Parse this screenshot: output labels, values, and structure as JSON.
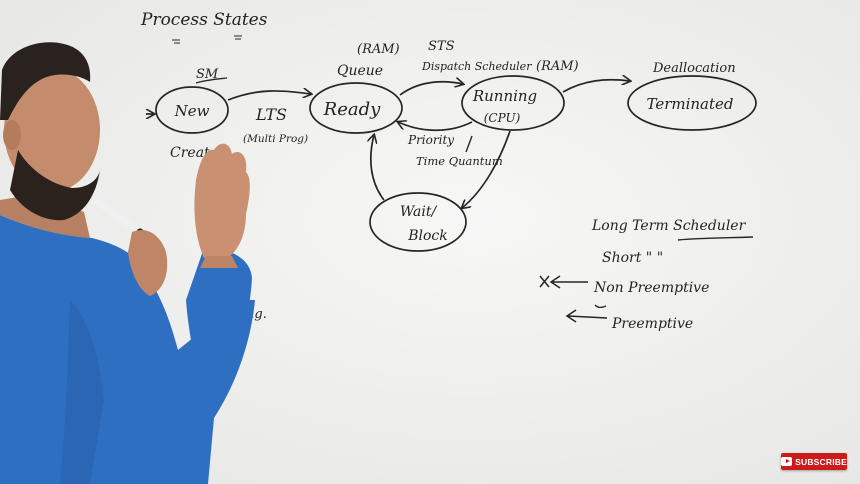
{
  "board": {
    "title": "Process States",
    "states": {
      "new": "New",
      "ready": "Ready",
      "running": "Running",
      "running_sub": "(CPU)",
      "wait_line1": "Wait/",
      "wait_line2": "Block",
      "terminated": "Terminated"
    },
    "labels": {
      "sm": "SM",
      "creation": "Creat",
      "lts": "LTS",
      "multiprog": "(Multi Prog)",
      "ram_ready": "(RAM)",
      "queue": "Queue",
      "sts": "STS",
      "dispatch_scheduler": "Dispatch  Scheduler",
      "ram_running": "(RAM)",
      "priority": "Priority",
      "time_quantum": "Time Quantum",
      "deallocation": "Deallocation",
      "partial_left": "ng."
    },
    "notes": {
      "long_term": "Long Term Scheduler",
      "short": "Short  \"     \"",
      "non_preemptive": "Non Preemptive",
      "preemptive": "Preemptive"
    }
  },
  "video": {
    "subscribe_label": "SUBSCRIBE"
  },
  "colors": {
    "ink": "#232323",
    "shirt": "#2f6fc2",
    "subscribe": "#cc1b1b"
  }
}
